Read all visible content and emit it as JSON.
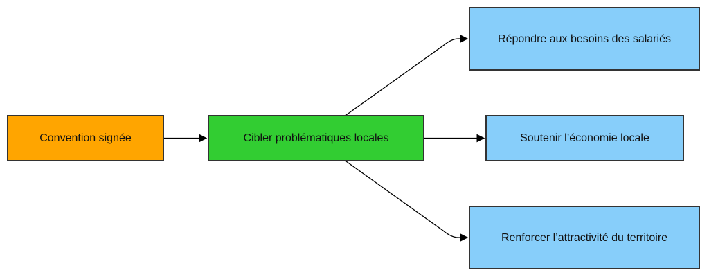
{
  "colors": {
    "start": "#FFA500",
    "center": "#32CD32",
    "outcome": "#87CEFA",
    "edge": "#000000"
  },
  "nodes": {
    "start": {
      "label": "Convention signée"
    },
    "center": {
      "label": "Cibler problématiques locales"
    },
    "top": {
      "label": "Répondre aux besoins des salariés"
    },
    "mid": {
      "label": "Soutenir l’économie locale"
    },
    "bottom": {
      "label": "Renforcer l’attractivité du territoire"
    }
  },
  "edges": [
    {
      "from": "start",
      "to": "center"
    },
    {
      "from": "center",
      "to": "top"
    },
    {
      "from": "center",
      "to": "mid"
    },
    {
      "from": "center",
      "to": "bottom"
    }
  ]
}
